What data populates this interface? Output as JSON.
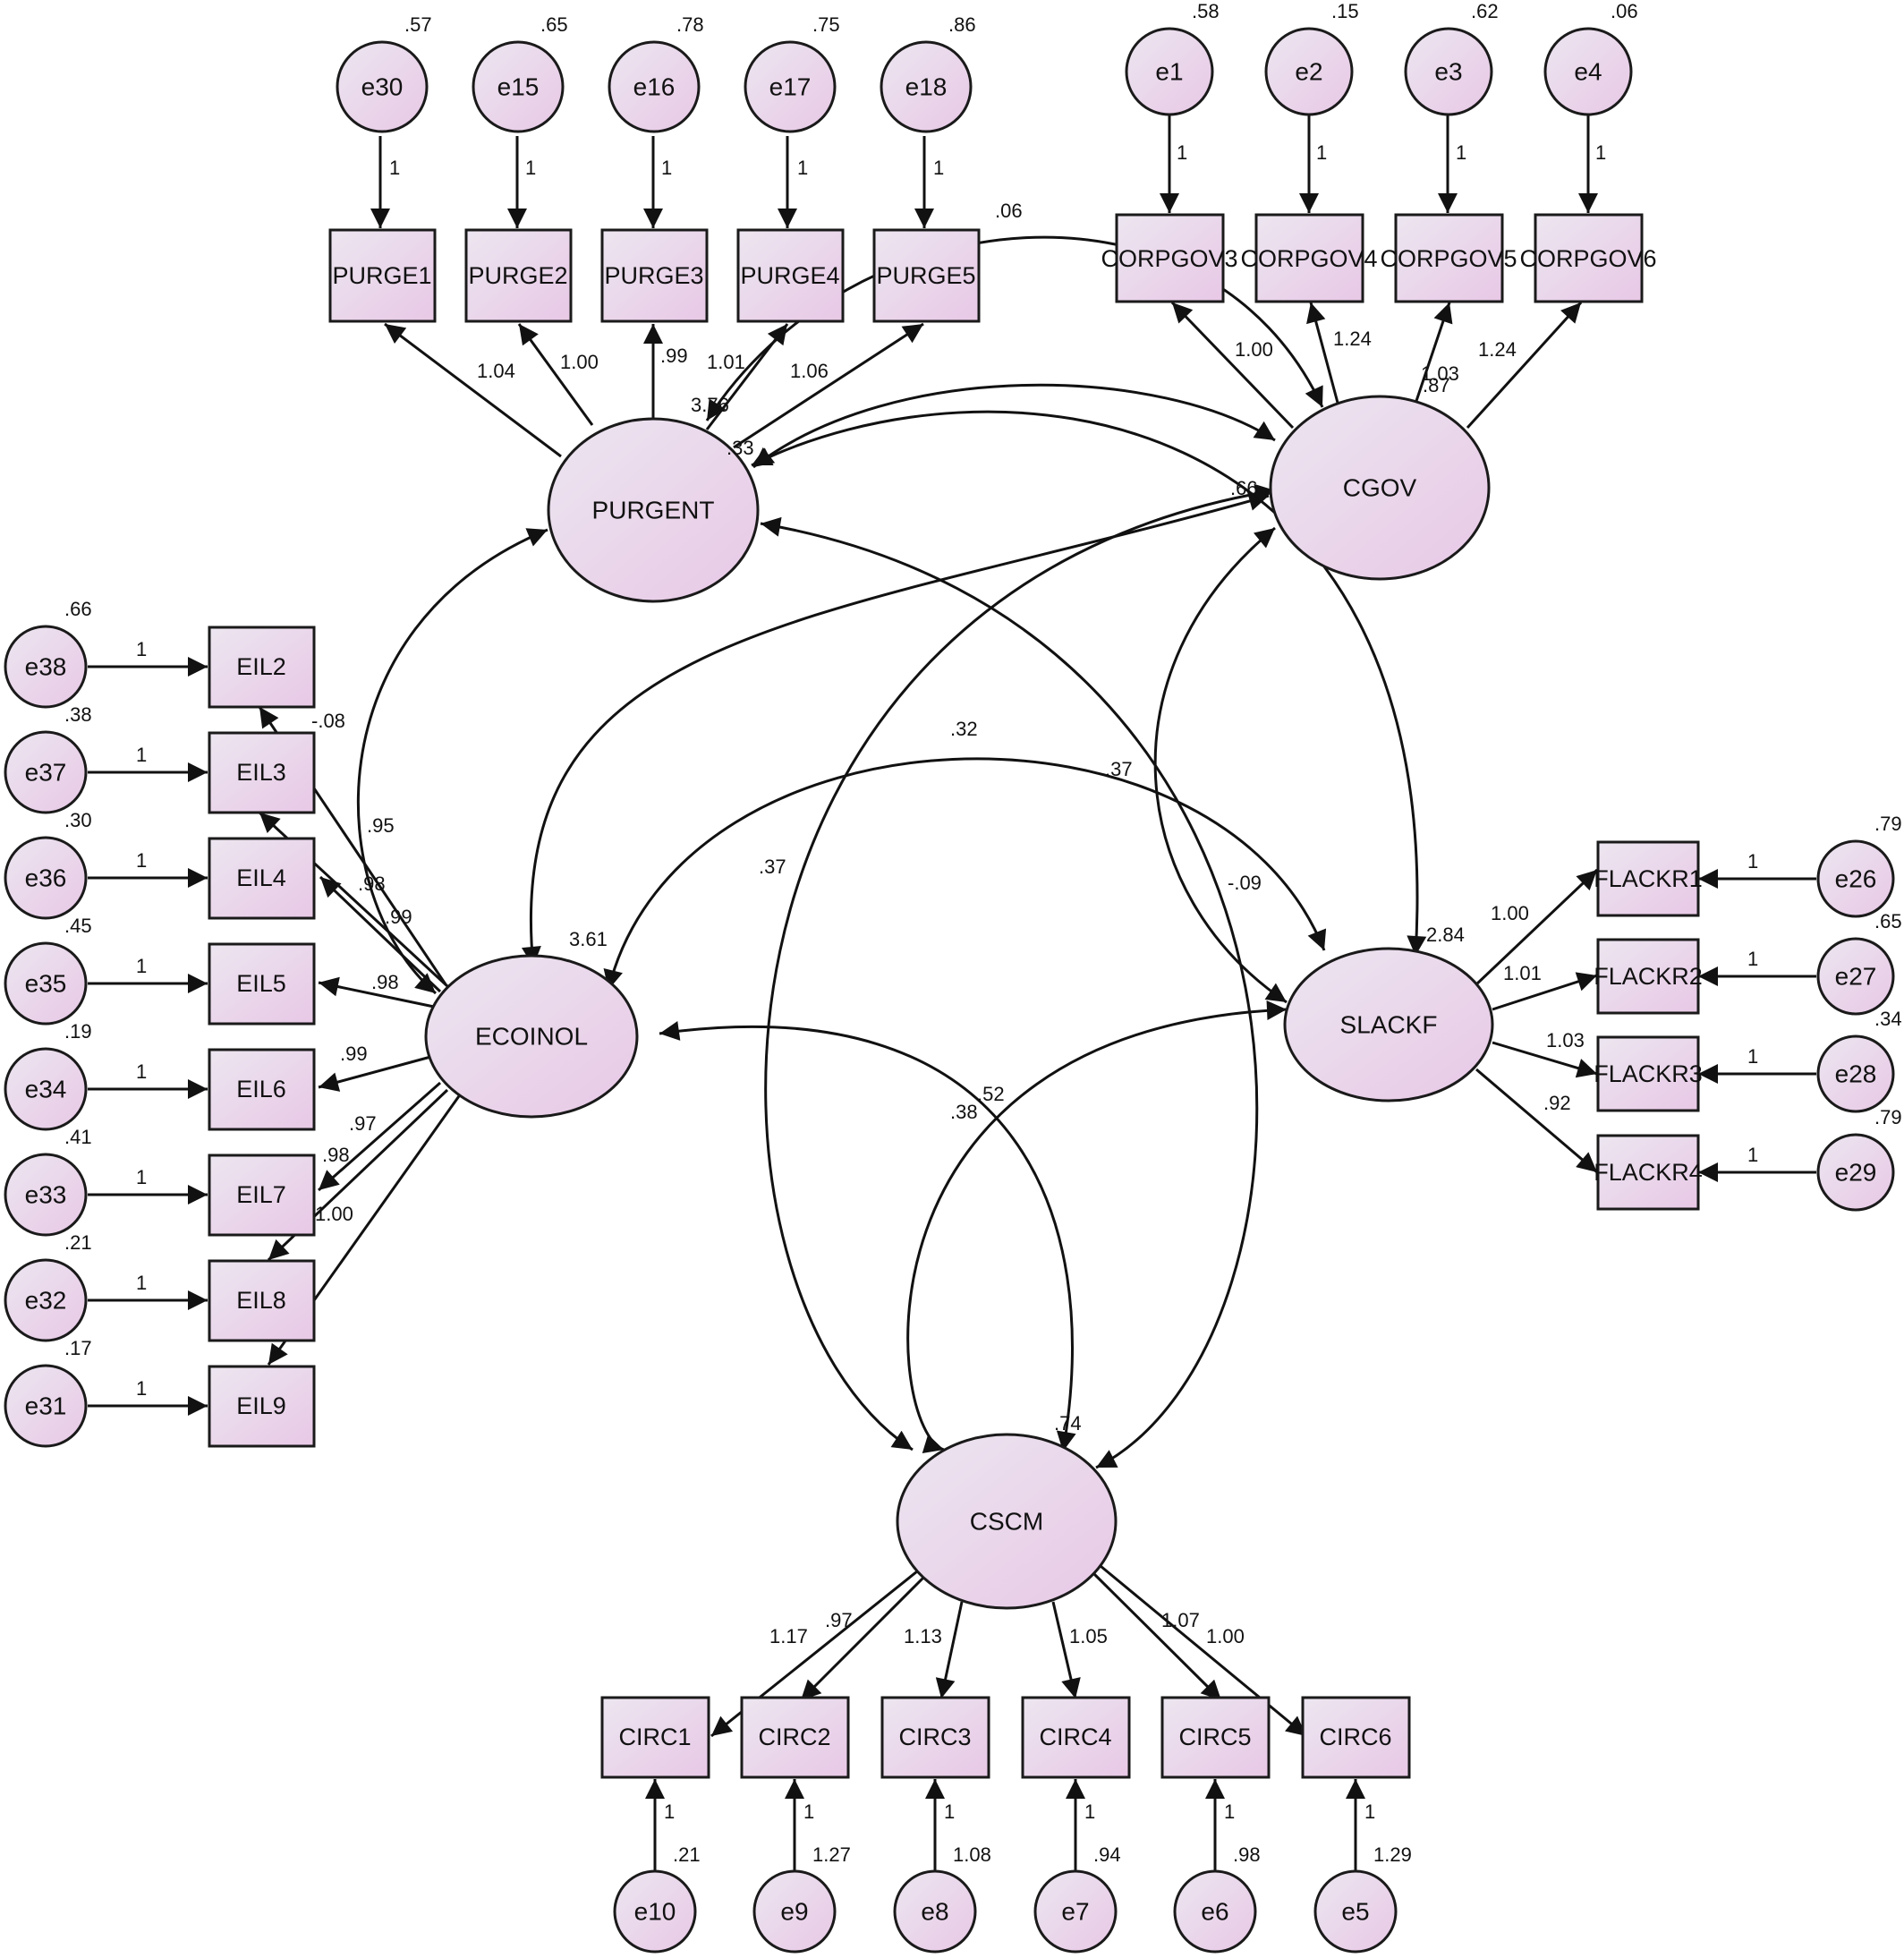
{
  "latents": {
    "PURGENT": {
      "label": "PURGENT",
      "variance": "3.76"
    },
    "CGOV": {
      "label": "CGOV",
      "variance": ".66"
    },
    "ECOINOL": {
      "label": "ECOINOL",
      "variance": "3.61"
    },
    "SLACKF": {
      "label": "SLACKF",
      "variance": "2.84"
    },
    "CSCM": {
      "label": "CSCM",
      "variance": ".74"
    }
  },
  "indicators": {
    "PURGE1": "PURGE1",
    "PURGE2": "PURGE2",
    "PURGE3": "PURGE3",
    "PURGE4": "PURGE4",
    "PURGE5": "PURGE5",
    "CORPGOV3": "CORPGOV3",
    "CORPGOV4": "CORPGOV4",
    "CORPGOV5": "CORPGOV5",
    "CORPGOV6": "CORPGOV6",
    "EIL2": "EIL2",
    "EIL3": "EIL3",
    "EIL4": "EIL4",
    "EIL5": "EIL5",
    "EIL6": "EIL6",
    "EIL7": "EIL7",
    "EIL8": "EIL8",
    "EIL9": "EIL9",
    "FLACKR1": "FLACKR1",
    "FLACKR2": "FLACKR2",
    "FLACKR3": "FLACKR3",
    "FLACKR4": "FLACKR4",
    "CIRC1": "CIRC1",
    "CIRC2": "CIRC2",
    "CIRC3": "CIRC3",
    "CIRC4": "CIRC4",
    "CIRC5": "CIRC5",
    "CIRC6": "CIRC6"
  },
  "errors": {
    "e30": {
      "label": "e30",
      "variance": ".57",
      "path": "1"
    },
    "e15": {
      "label": "e15",
      "variance": ".65",
      "path": "1"
    },
    "e16": {
      "label": "e16",
      "variance": ".78",
      "path": "1"
    },
    "e17": {
      "label": "e17",
      "variance": ".75",
      "path": "1"
    },
    "e18": {
      "label": "e18",
      "variance": ".86",
      "path": "1"
    },
    "e1": {
      "label": "e1",
      "variance": ".58",
      "path": "1"
    },
    "e2": {
      "label": "e2",
      "variance": ".15",
      "path": "1"
    },
    "e3": {
      "label": "e3",
      "variance": ".62",
      "path": "1"
    },
    "e4": {
      "label": "e4",
      "variance": ".06",
      "path": "1"
    },
    "e38": {
      "label": "e38",
      "variance": ".66",
      "path": "1"
    },
    "e37": {
      "label": "e37",
      "variance": ".38",
      "path": "1"
    },
    "e36": {
      "label": "e36",
      "variance": ".30",
      "path": "1"
    },
    "e35": {
      "label": "e35",
      "variance": ".45",
      "path": "1"
    },
    "e34": {
      "label": "e34",
      "variance": ".19",
      "path": "1"
    },
    "e33": {
      "label": "e33",
      "variance": ".41",
      "path": "1"
    },
    "e32": {
      "label": "e32",
      "variance": ".21",
      "path": "1"
    },
    "e31": {
      "label": "e31",
      "variance": ".17",
      "path": "1"
    },
    "e26": {
      "label": "e26",
      "variance": ".79",
      "path": "1"
    },
    "e27": {
      "label": "e27",
      "variance": ".65",
      "path": "1"
    },
    "e28": {
      "label": "e28",
      "variance": ".34",
      "path": "1"
    },
    "e29": {
      "label": "e29",
      "variance": ".79",
      "path": "1"
    },
    "e10": {
      "label": "e10",
      "variance": ".21",
      "path": "1"
    },
    "e9": {
      "label": "e9",
      "variance": "1.27",
      "path": "1"
    },
    "e8": {
      "label": "e8",
      "variance": "1.08",
      "path": "1"
    },
    "e7": {
      "label": "e7",
      "variance": ".94",
      "path": "1"
    },
    "e6": {
      "label": "e6",
      "variance": ".98",
      "path": "1"
    },
    "e5": {
      "label": "e5",
      "variance": "1.29",
      "path": "1"
    }
  },
  "loadings": {
    "PURGE1": "1.04",
    "PURGE2": "1.00",
    "PURGE3": ".99",
    "PURGE4": "1.01",
    "PURGE5": "1.06",
    "CORPGOV3": "1.00",
    "CORPGOV4": "1.24",
    "CORPGOV5": "1.03",
    "CORPGOV5_alt": ".87",
    "CORPGOV6": "1.24",
    "EIL2": ".95",
    "EIL3": ".98",
    "EIL4": ".99",
    "EIL5": ".98",
    "EIL6": ".99",
    "EIL7": ".97",
    "EIL8": ".98",
    "EIL9": "1.00",
    "FLACKR1": "1.00",
    "FLACKR2": "1.01",
    "FLACKR3": "1.03",
    "FLACKR4": ".92",
    "CIRC1": "1.17",
    "CIRC2": ".97",
    "CIRC3": "1.13",
    "CIRC4": "1.05",
    "CIRC5": "1.07",
    "CIRC6": "1.00"
  },
  "covariances": {
    "PURGENT_CGOV": ".06",
    "PURGENT_CGOV_b": ".33",
    "ECOINOL_EIL2_b": "-.08",
    "ECOINOL_SLACKF": ".32",
    "PURGENT_SLACKF": ".37",
    "CGOV_CSCM": ".37",
    "PURGENT_CSCM": "-.09",
    "SLACKF_CSCM": ".52",
    "ECOINOL_CSCM": ".38"
  },
  "colors": {
    "fill_light": "#ece4f0",
    "fill_dark": "#e8cce6",
    "stroke": "#1a1a1a"
  }
}
